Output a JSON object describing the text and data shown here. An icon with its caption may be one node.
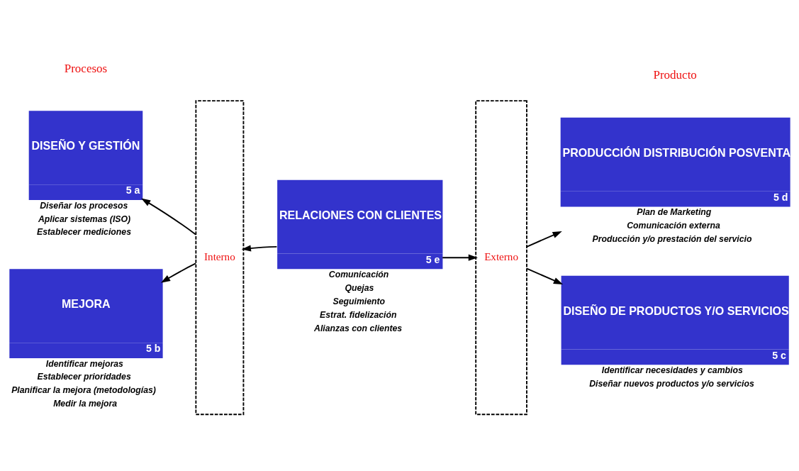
{
  "diagram": {
    "nodes": [
      {
        "text": [
          "DISEÑO Y GESTIÓN",
          "5 a"
        ],
        "beside": [
          "Diseñar los procesos",
          "Aplicar sistemas (ISO)",
          "Establecer mediciones"
        ]
      },
      {
        "text": [
          "MEJORA",
          "5 b"
        ],
        "beside": [
          "Identificar mejoras",
          "Establecer prioridades",
          "Planificar la mejora (metodologías)",
          "Medir la mejora"
        ]
      },
      {
        "text": [
          "Interno"
        ]
      },
      {
        "text": [
          "RELACIONES CON CLIENTES",
          "5 e"
        ],
        "beside": [
          "Comunicación",
          "Quejas",
          "Seguimiento",
          "Estrat. fidelización",
          "Alianzas con clientes"
        ]
      },
      {
        "text": [
          "Externo"
        ]
      },
      {
        "text": [
          "PRODUCCIÓN DISTRIBUCIÓN POSVENTA",
          "5 d"
        ],
        "beside": [
          "Plan de Marketing",
          "Comunicación externa",
          "Producción y/o prestación del servicio"
        ]
      },
      {
        "text": [
          "DISEÑO DE PRODUCTOS Y/O SERVICIOS",
          "5 c"
        ],
        "beside": [
          "Identificar necesidades y cambios",
          "Diseñar nuevos productos y/o servicios"
        ]
      }
    ],
    "edges": [
      {
        "from": 2,
        "to": 0,
        "arrow": "to"
      },
      {
        "from": 2,
        "to": 1,
        "arrow": "to"
      },
      {
        "from": 3,
        "to": 2,
        "arrow": "to"
      },
      {
        "from": 3,
        "to": 4,
        "arrow": "to"
      },
      {
        "from": 4,
        "to": 5,
        "arrow": "to"
      },
      {
        "from": 4,
        "to": 6,
        "arrow": "to"
      }
    ],
    "labels": [
      "Procesos",
      "Producto"
    ]
  }
}
